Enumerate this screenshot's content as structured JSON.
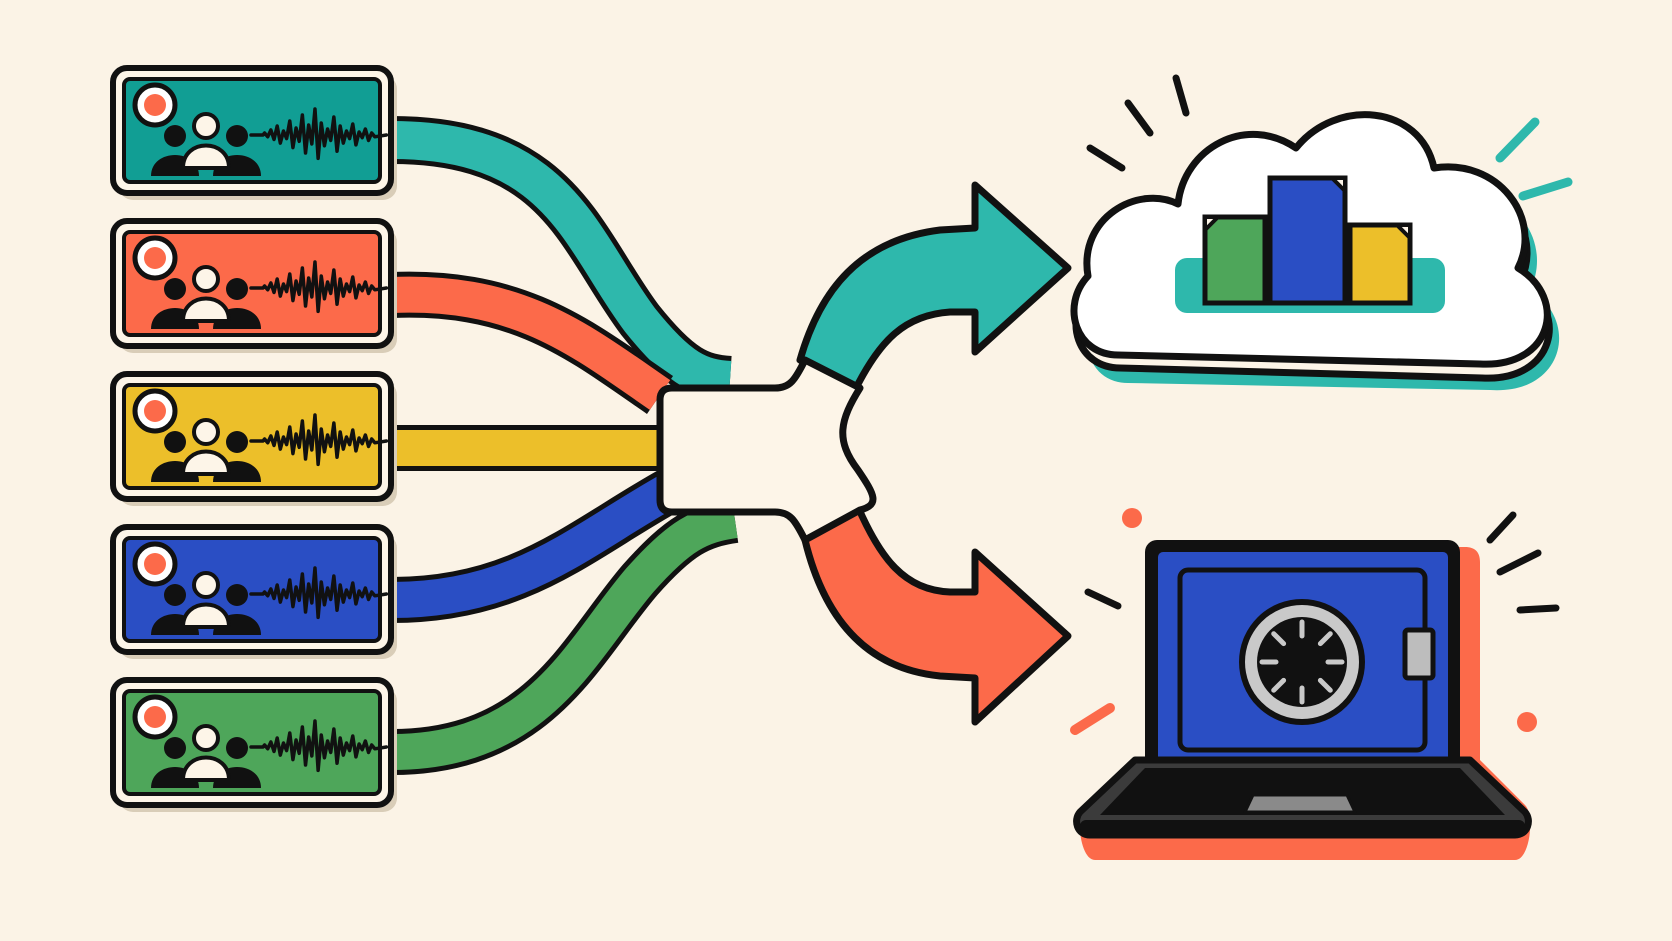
{
  "colors": {
    "background": "#fbf3e6",
    "outline": "#111111",
    "teal": "#2eb8ac",
    "teal_dark": "#119e94",
    "coral": "#fc6a4a",
    "yellow": "#ecbf2a",
    "blue": "#2a4ec4",
    "green": "#4ea65a",
    "cream": "#fdf5e8",
    "shadow": "#d9cdb8",
    "dial_gray": "#c9c9c9",
    "latch_gray": "#bdbdbd"
  },
  "icons": {
    "recording_dot": "record-dot-icon",
    "people": "people-group-icon",
    "waveform": "audio-waveform-icon",
    "splitter": "merge-split-connector",
    "cloud": "cloud-storage-icon",
    "documents": "document-icon",
    "laptop": "laptop-icon",
    "safe": "safe-vault-icon",
    "dial": "combination-dial-icon"
  },
  "sources": [
    {
      "id": "source-1",
      "color": "teal_dark",
      "stream": "teal"
    },
    {
      "id": "source-2",
      "color": "coral",
      "stream": "coral"
    },
    {
      "id": "source-3",
      "color": "yellow",
      "stream": "yellow"
    },
    {
      "id": "source-4",
      "color": "blue",
      "stream": "blue"
    },
    {
      "id": "source-5",
      "color": "green",
      "stream": "green"
    }
  ],
  "destinations": [
    {
      "id": "cloud",
      "arrow_color": "teal",
      "documents": [
        "green",
        "blue",
        "yellow"
      ]
    },
    {
      "id": "local-vault",
      "arrow_color": "coral"
    }
  ]
}
